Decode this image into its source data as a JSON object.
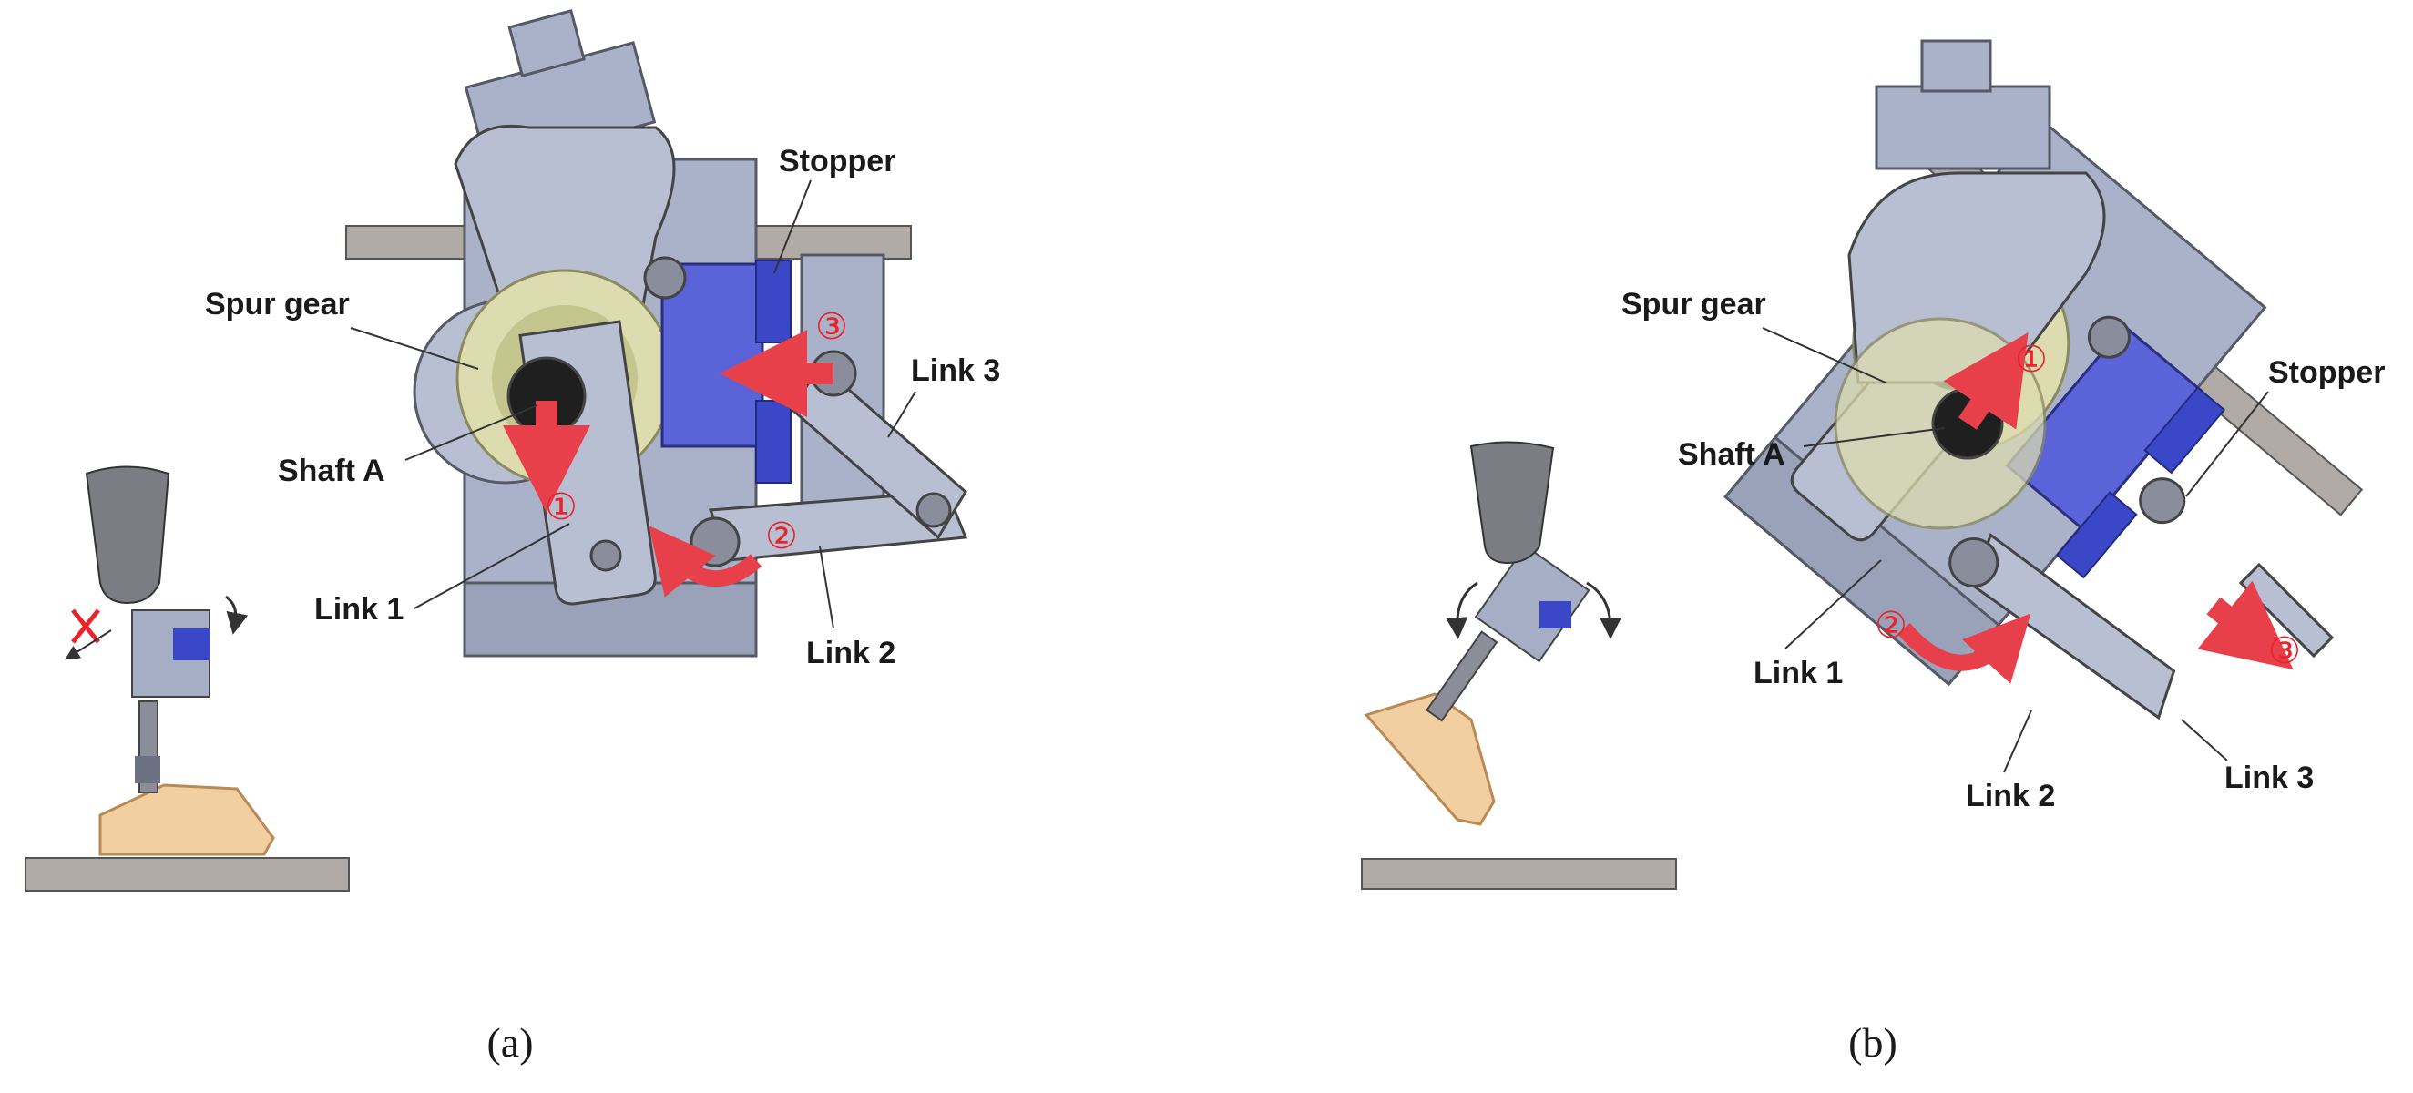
{
  "panel_a": {
    "labels": {
      "stopper": "Stopper",
      "spur_gear": "Spur gear",
      "shaft_a": "Shaft A",
      "link_1": "Link 1",
      "link_2": "Link 2",
      "link_3": "Link 3"
    },
    "steps": [
      "①",
      "②",
      "③"
    ],
    "caption": "(a)"
  },
  "panel_b": {
    "labels": {
      "stopper": "Stopper",
      "spur_gear": "Spur gear",
      "shaft_a": "Shaft A",
      "link_1": "Link 1",
      "link_2": "Link 2",
      "link_3": "Link 3"
    },
    "steps": [
      "①",
      "②",
      "③"
    ],
    "caption": "(b)"
  },
  "colors": {
    "frame": "#aab2c9",
    "frame_stroke": "#555a66",
    "gear": "#dcdcb0",
    "stopper": "#3a47c6",
    "arrow": "#e8404a",
    "foot": "#f2cfa0",
    "ground": "#b0aba6"
  }
}
